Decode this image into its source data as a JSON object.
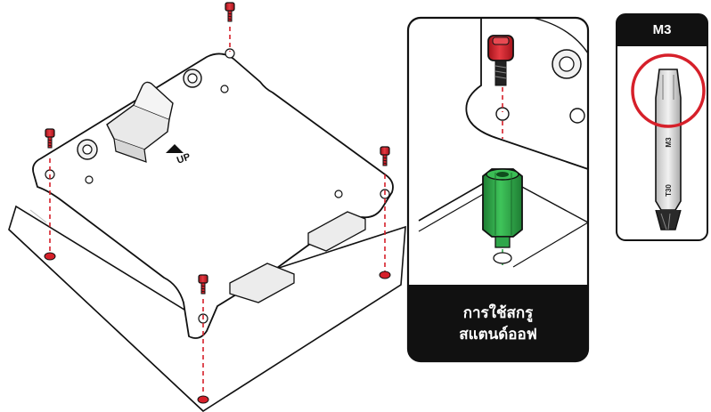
{
  "callout": {
    "line1": "การใช้สกรู",
    "line2": "สแตนด์ออฟ"
  },
  "tool": {
    "size_label": "M3",
    "bit_marking_size": "M3",
    "bit_marking_type": "T30"
  },
  "plate": {
    "direction_label": "UP"
  },
  "icons": [
    "screw-icon",
    "standoff-icon",
    "torx-bit-icon",
    "up-arrow-icon"
  ],
  "colors": {
    "screw": "#d6202a",
    "standoff": "#2fa64a",
    "outline": "#111111",
    "guide_line": "#d6202a",
    "panel_bg": "#111111"
  }
}
